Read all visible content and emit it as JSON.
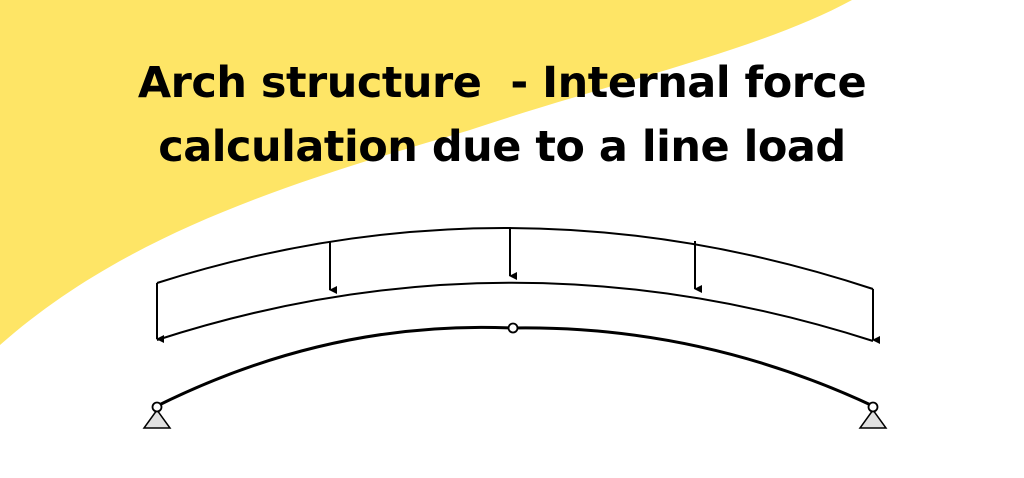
{
  "title": {
    "line1": "Arch structure  - Internal force",
    "line2": "calculation due to a line load"
  },
  "colors": {
    "background": "#ffffff",
    "accent_blob": "#fee566",
    "ink": "#000000",
    "support_fill": "#e0e0e0"
  },
  "diagram": {
    "type": "three-hinged arch with distributed line load",
    "supports": [
      "left-pin-support",
      "right-pin-support"
    ],
    "hinges": [
      "crown-hinge"
    ],
    "load_arrows": 5
  }
}
